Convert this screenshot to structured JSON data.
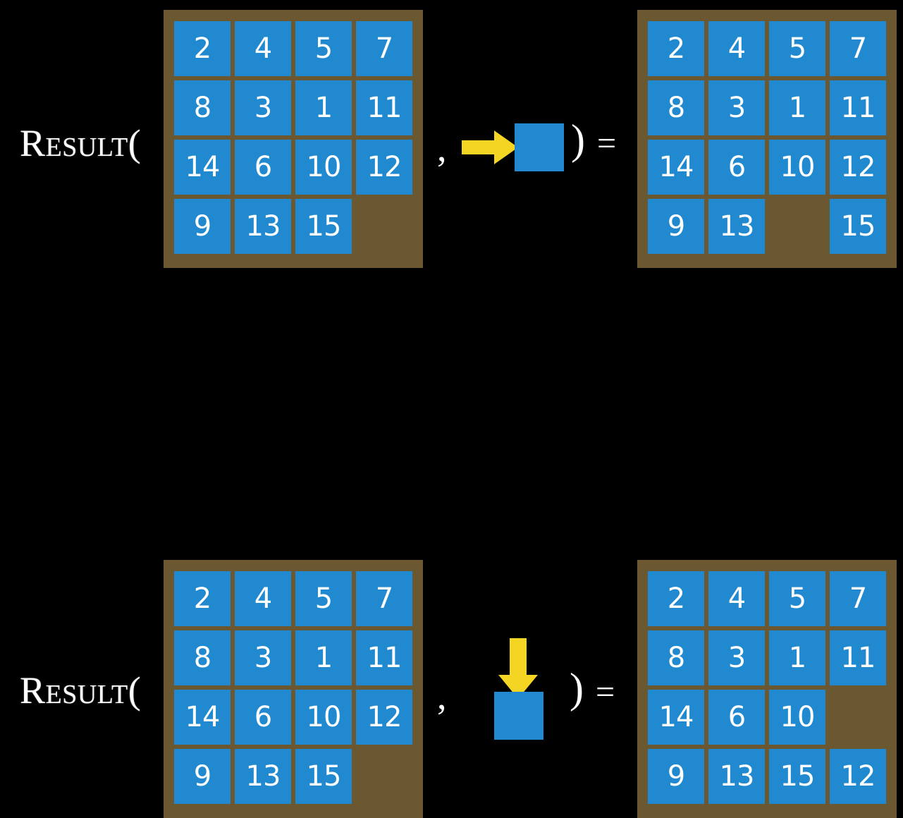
{
  "page": {
    "background_color": "#000000",
    "board_color": "#6B5730",
    "tile_color": "#2189D0",
    "tile_text_color": "#FFFFFF",
    "arrow_color": "#F5D523"
  },
  "equations": [
    {
      "id": "equation-row-1",
      "label": "Result(",
      "comma": ",",
      "close_paren": ")",
      "equals": "=",
      "move": {
        "direction": "right",
        "arrow_icon": "arrow-right-icon",
        "description": "slide tile right"
      },
      "input_board": {
        "rows": [
          [
            "2",
            "4",
            "5",
            "7"
          ],
          [
            "8",
            "3",
            "1",
            "11"
          ],
          [
            "14",
            "6",
            "10",
            "12"
          ],
          [
            "9",
            "13",
            "15",
            ""
          ]
        ]
      },
      "output_board": {
        "rows": [
          [
            "2",
            "4",
            "5",
            "7"
          ],
          [
            "8",
            "3",
            "1",
            "11"
          ],
          [
            "14",
            "6",
            "10",
            "12"
          ],
          [
            "9",
            "13",
            "",
            "15"
          ]
        ]
      }
    },
    {
      "id": "equation-row-2",
      "label": "Result(",
      "comma": ",",
      "close_paren": ")",
      "equals": "=",
      "move": {
        "direction": "down",
        "arrow_icon": "arrow-down-icon",
        "description": "slide tile down"
      },
      "input_board": {
        "rows": [
          [
            "2",
            "4",
            "5",
            "7"
          ],
          [
            "8",
            "3",
            "1",
            "11"
          ],
          [
            "14",
            "6",
            "10",
            "12"
          ],
          [
            "9",
            "13",
            "15",
            ""
          ]
        ]
      },
      "output_board": {
        "rows": [
          [
            "2",
            "4",
            "5",
            "7"
          ],
          [
            "8",
            "3",
            "1",
            "11"
          ],
          [
            "14",
            "6",
            "10",
            ""
          ],
          [
            "9",
            "13",
            "15",
            "12"
          ]
        ]
      }
    }
  ]
}
